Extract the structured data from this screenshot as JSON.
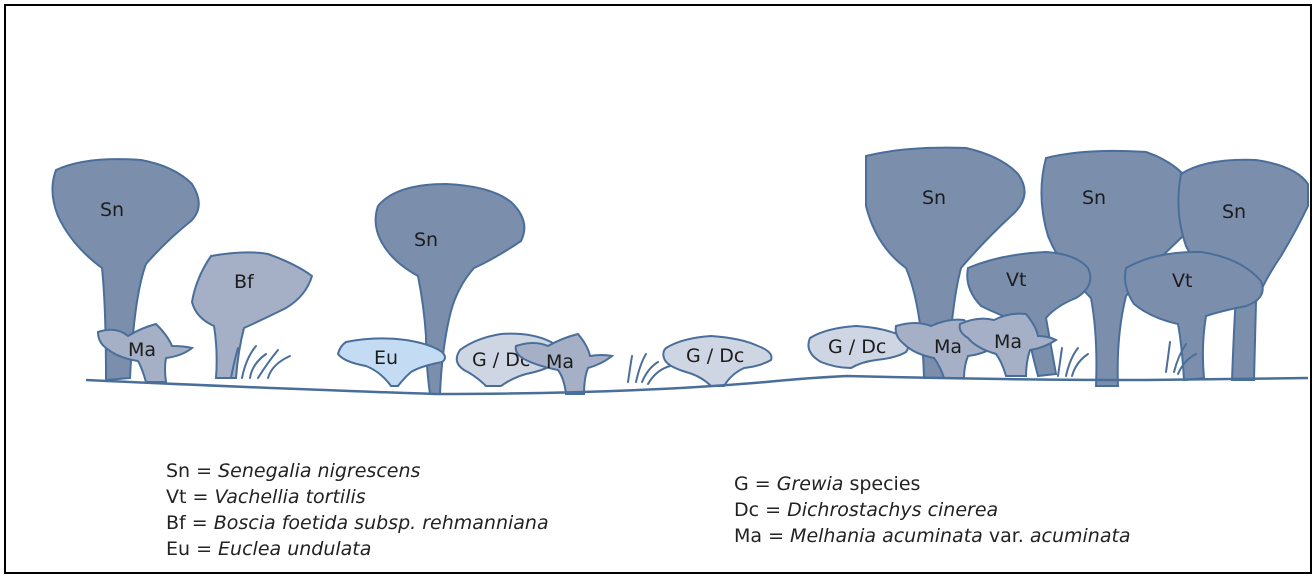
{
  "colors": {
    "sn": "#7b8fad",
    "vt": "#7b8fad",
    "bf": "#a5b0c6",
    "ma": "#a5b0c6",
    "eu": "#c4dcf3",
    "gdc": "#cfd6e3",
    "outline": "#4a6e9a",
    "ground": "#4a6e9a"
  },
  "plants": [
    {
      "id": "sn-1",
      "label": "Sn"
    },
    {
      "id": "bf-1",
      "label": "Bf"
    },
    {
      "id": "ma-1",
      "label": "Ma"
    },
    {
      "id": "sn-2",
      "label": "Sn"
    },
    {
      "id": "eu-1",
      "label": "Eu"
    },
    {
      "id": "gdc-1",
      "label": "G / Dc"
    },
    {
      "id": "ma-2",
      "label": "Ma"
    },
    {
      "id": "gdc-2",
      "label": "G / Dc"
    },
    {
      "id": "gdc-3",
      "label": "G / Dc"
    },
    {
      "id": "ma-3",
      "label": "Ma"
    },
    {
      "id": "ma-4",
      "label": "Ma"
    },
    {
      "id": "sn-3",
      "label": "Sn"
    },
    {
      "id": "sn-4",
      "label": "Sn"
    },
    {
      "id": "sn-5",
      "label": "Sn"
    },
    {
      "id": "vt-1",
      "label": "Vt"
    },
    {
      "id": "vt-2",
      "label": "Vt"
    }
  ],
  "legend": {
    "left": [
      {
        "abbr": "Sn",
        "eq": " = ",
        "name": "Senegalia nigrescens",
        "extra": ""
      },
      {
        "abbr": "Vt",
        "eq": " = ",
        "name": "Vachellia tortilis",
        "extra": ""
      },
      {
        "abbr": "Bf",
        "eq": " = ",
        "name": "Boscia foetida subsp. rehmanniana",
        "extra": ""
      },
      {
        "abbr": "Eu",
        "eq": " = ",
        "name": "Euclea undulata",
        "extra": ""
      }
    ],
    "right": [
      {
        "abbr": "G",
        "eq": " = ",
        "name": "Grewia",
        "extra": " species",
        "name2": "",
        "extra2": ""
      },
      {
        "abbr": "Dc",
        "eq": " = ",
        "name": "Dichrostachys cinerea",
        "extra": "",
        "name2": "",
        "extra2": ""
      },
      {
        "abbr": "Ma",
        "eq": " = ",
        "name": "Melhania acuminata",
        "extra": " var. ",
        "name2": "acuminata",
        "extra2": ""
      }
    ]
  }
}
